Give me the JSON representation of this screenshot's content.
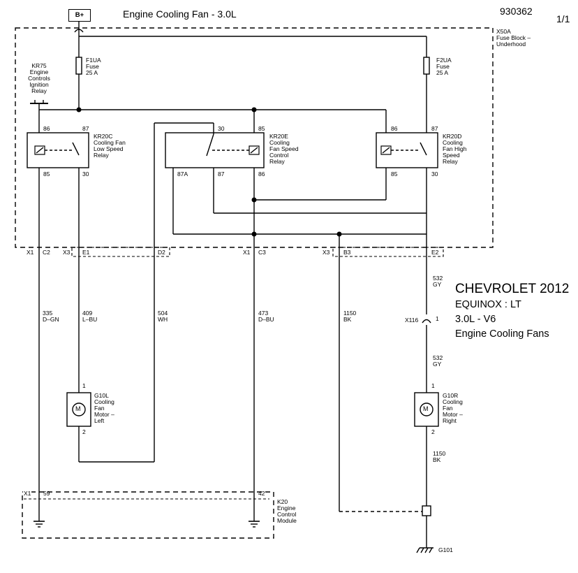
{
  "header": {
    "battery": "B+",
    "title": "Engine Cooling Fan - 3.0L",
    "doc_number": "930362",
    "page": "1/1"
  },
  "vehicle": {
    "make_year": "CHEVROLET 2012",
    "model": "EQUINOX : LT",
    "engine": "3.0L - V6",
    "system": "Engine Cooling Fans"
  },
  "fuse_block": {
    "id": "X50A",
    "desc1": "Fuse Block –",
    "desc2": "Underhood"
  },
  "fuses": [
    {
      "id": "F1UA",
      "type": "Fuse",
      "rating": "25 A"
    },
    {
      "id": "F2UA",
      "type": "Fuse",
      "rating": "25 A"
    }
  ],
  "kr75": {
    "id": "KR75",
    "l1": "Engine",
    "l2": "Controls",
    "l3": "Ignition",
    "l4": "Relay"
  },
  "relays": {
    "low": {
      "id": "KR20C",
      "l1": "Cooling Fan",
      "l2": "Low Speed",
      "l3": "Relay",
      "p86": "86",
      "p87": "87",
      "p85": "85",
      "p30": "30"
    },
    "ctrl": {
      "id": "KR20E",
      "l1": "Cooling",
      "l2": "Fan Speed",
      "l3": "Control",
      "l4": "Relay",
      "p30": "30",
      "p85": "85",
      "p87a": "87A",
      "p87": "87",
      "p86": "86"
    },
    "high": {
      "id": "KR20D",
      "l1": "Cooling",
      "l2": "Fan High",
      "l3": "Speed",
      "l4": "Relay",
      "p86": "86",
      "p87": "87",
      "p85": "85",
      "p30": "30"
    }
  },
  "connectors": {
    "x1": "X1",
    "c2": "C2",
    "x3": "X3",
    "e1": "E1",
    "d2": "D2",
    "x1b": "X1",
    "c3": "C3",
    "x3b": "X3",
    "b3": "B3",
    "e2": "E2"
  },
  "wires": [
    {
      "circuit": "335",
      "color": "D–GN"
    },
    {
      "circuit": "409",
      "color": "L–BU"
    },
    {
      "circuit": "504",
      "color": "WH"
    },
    {
      "circuit": "473",
      "color": "D–BU"
    },
    {
      "circuit": "1150",
      "color": "BK"
    },
    {
      "circuit": "532",
      "color": "GY"
    },
    {
      "circuit": "532",
      "color": "GY"
    },
    {
      "circuit": "1150",
      "color": "BK"
    }
  ],
  "x116": {
    "id": "X116",
    "pin": "1"
  },
  "motor_left": {
    "symbol": "M",
    "pin1": "1",
    "pin2": "2",
    "id": "G10L",
    "l1": "Cooling",
    "l2": "Fan",
    "l3": "Motor –",
    "l4": "Left"
  },
  "motor_right": {
    "symbol": "M",
    "pin1": "1",
    "pin2": "2",
    "id": "G10R",
    "l1": "Cooling",
    "l2": "Fan",
    "l3": "Motor –",
    "l4": "Right"
  },
  "ecm": {
    "x1": "X1",
    "pin59": "59",
    "pin42": "42",
    "id": "K20",
    "l1": "Engine",
    "l2": "Control",
    "l3": "Module"
  },
  "ground": {
    "id": "G101"
  }
}
